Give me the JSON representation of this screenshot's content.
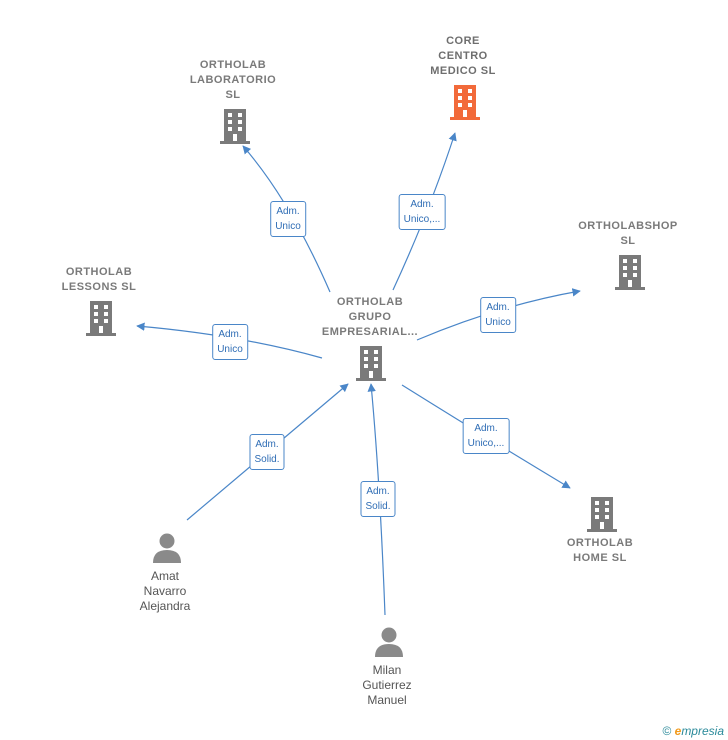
{
  "colors": {
    "edge": "#4a86c8",
    "building": "#7a7a7a",
    "building_highlight": "#f26a3a",
    "person": "#8a8a8a"
  },
  "center": {
    "label": "ORTHOLAB\nGRUPO\nEMPRESARIAL...",
    "icon": "building-icon"
  },
  "companies": {
    "core": {
      "label": "CORE\nCENTRO\nMEDICO  SL",
      "icon": "building-icon"
    },
    "laboratorio": {
      "label": "ORTHOLAB\nLABORATORIO\nSL",
      "icon": "building-icon"
    },
    "shop": {
      "label": "ORTHOLABSHOP\nSL",
      "icon": "building-icon"
    },
    "lessons": {
      "label": "ORTHOLAB\nLESSONS  SL",
      "icon": "building-icon"
    },
    "home": {
      "label": "ORTHOLAB\nHOME  SL",
      "icon": "building-icon"
    }
  },
  "people": {
    "amat": {
      "label": "Amat\nNavarro\nAlejandra",
      "icon": "person-icon"
    },
    "milan": {
      "label": "Milan\nGutierrez\nManuel",
      "icon": "person-icon"
    }
  },
  "edges": {
    "to_laboratorio": "Adm.\nUnico",
    "to_core": "Adm.\nUnico,...",
    "to_shop": "Adm.\nUnico",
    "to_lessons": "Adm.\nUnico",
    "to_home": "Adm.\nUnico,...",
    "from_amat": "Adm.\nSolid.",
    "from_milan": "Adm.\nSolid."
  },
  "footer": {
    "copyright": "©",
    "brand_initial": "e",
    "brand_rest": "mpresia"
  }
}
